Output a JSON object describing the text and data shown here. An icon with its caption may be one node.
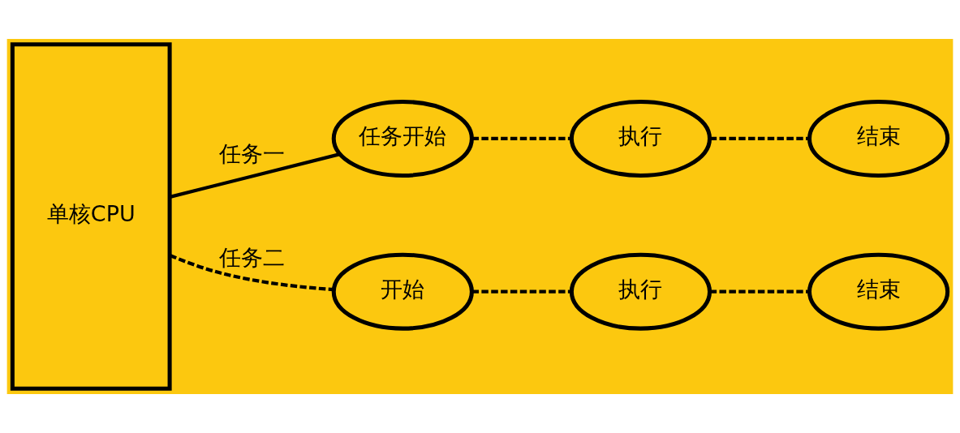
{
  "diagram": {
    "nodes": [
      {
        "text": [
          "单核CPU"
        ]
      },
      {
        "text": [
          "任务开始"
        ]
      },
      {
        "text": [
          "执行"
        ]
      },
      {
        "text": [
          "结束"
        ]
      },
      {
        "text": [
          "开始"
        ]
      },
      {
        "text": [
          "执行"
        ]
      },
      {
        "text": [
          "结束"
        ]
      }
    ],
    "edges": [
      {
        "from": 0,
        "to": 1,
        "arrow": "none",
        "label": "任务一"
      },
      {
        "from": 1,
        "to": 2,
        "arrow": "none",
        "style": "dashed"
      },
      {
        "from": 2,
        "to": 3,
        "arrow": "none",
        "style": "dashed"
      },
      {
        "from": 0,
        "to": 4,
        "arrow": "none",
        "label": "任务二",
        "style": "dashed"
      },
      {
        "from": 4,
        "to": 5,
        "arrow": "none",
        "style": "dashed"
      },
      {
        "from": 5,
        "to": 6,
        "arrow": "none",
        "style": "dashed"
      }
    ]
  }
}
